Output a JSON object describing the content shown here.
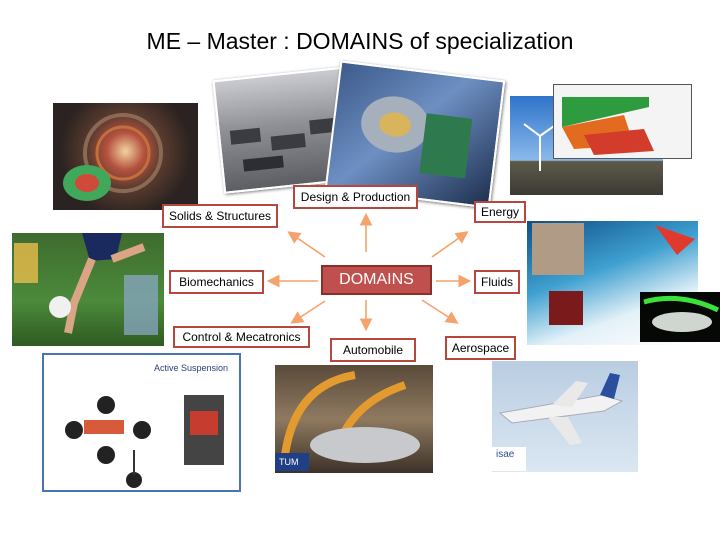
{
  "title": "ME – Master : DOMAINS of specialization",
  "center_label": "DOMAINS",
  "domains": {
    "design_production": "Design & Production",
    "solids_structures": "Solids & Structures",
    "energy": "Energy",
    "biomechanics": "Biomechanics",
    "fluids": "Fluids",
    "control_mecatronics": "Control & Mecatronics",
    "automobile": "Automobile",
    "aerospace": "Aerospace"
  },
  "image_labels": {
    "suspension_title": "Active Suspension",
    "tum_logo": "TUM",
    "isae_logo": "isae"
  },
  "colors": {
    "accent": "#c0504d",
    "box_border": "#b5473f",
    "arrow": "#f3a36b"
  },
  "icons": [
    "particle-detector-photo",
    "factory-photo",
    "cad-model-photo",
    "wind-turbines-photo",
    "soccer-player-photo",
    "wave-photo",
    "green-car-photo",
    "suspension-diagram",
    "car-assembly-photo",
    "airplane-photo"
  ]
}
